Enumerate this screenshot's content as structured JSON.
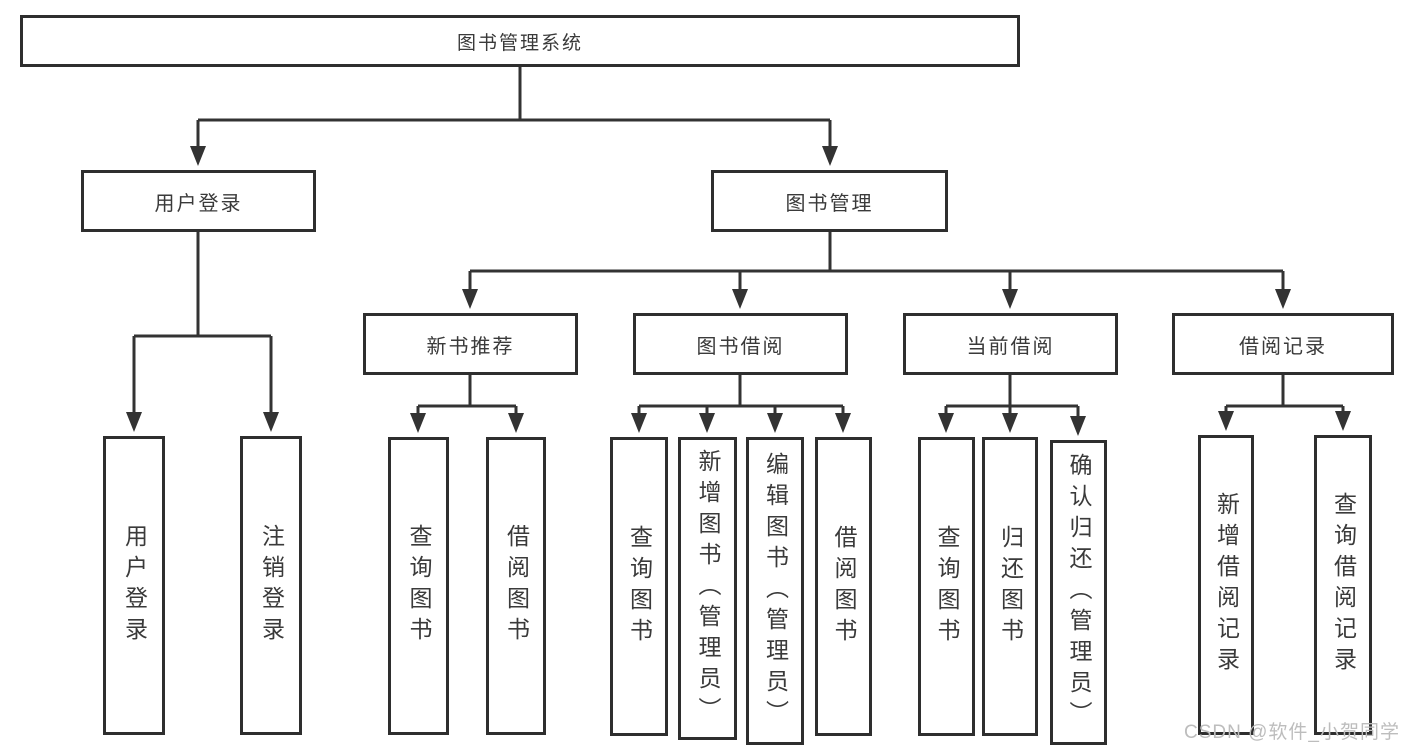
{
  "diagram": {
    "root": {
      "label": "图书管理系统"
    },
    "level2": [
      {
        "label": "用户登录"
      },
      {
        "label": "图书管理"
      }
    ],
    "level3": [
      {
        "label": "新书推荐"
      },
      {
        "label": "图书借阅"
      },
      {
        "label": "当前借阅"
      },
      {
        "label": "借阅记录"
      }
    ],
    "leaves": {
      "user_login": [
        {
          "label": "用户登录"
        },
        {
          "label": "注销登录"
        }
      ],
      "new_book": [
        {
          "label": "查询图书"
        },
        {
          "label": "借阅图书"
        }
      ],
      "book_borrow": [
        {
          "label": "查询图书"
        },
        {
          "label": "新增图书（管理员）"
        },
        {
          "label": "编辑图书（管理员）"
        },
        {
          "label": "借阅图书"
        }
      ],
      "current_borrow": [
        {
          "label": "查询图书"
        },
        {
          "label": "归还图书"
        },
        {
          "label": "确认归还（管理员）"
        }
      ],
      "records": [
        {
          "label": "新增借阅记录"
        },
        {
          "label": "查询借阅记录"
        }
      ]
    }
  },
  "watermark": {
    "text": "CSDN @软件_小贺同学"
  },
  "colors": {
    "line": "#333333",
    "border": "#2e2e2e",
    "text": "#3a3a3a",
    "watermark": "#bdbdbd",
    "background": "#ffffff"
  }
}
